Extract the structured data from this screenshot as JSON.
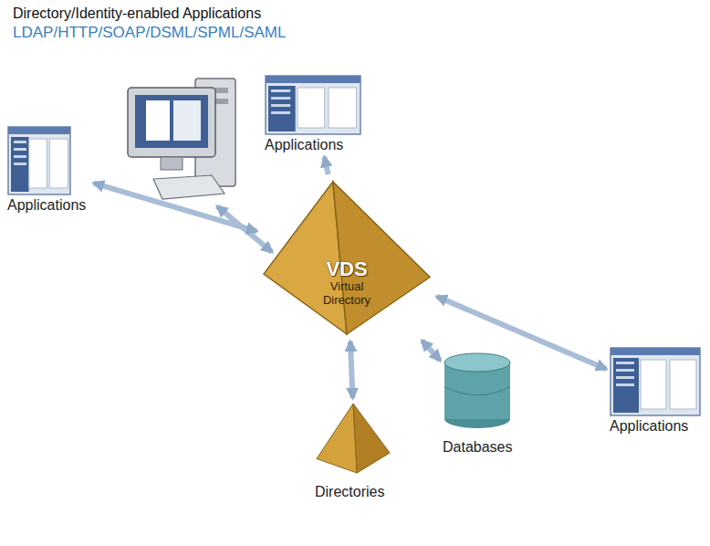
{
  "diagram": {
    "title": "Directory/Identity-enabled Applications",
    "nodes": [
      {
        "text": [
          "Applications"
        ]
      },
      {
        "text": [
          "Applications"
        ]
      },
      {
        "text": [
          "VDS",
          "Virtual Directory"
        ]
      },
      {
        "text": [
          "Directories"
        ]
      },
      {
        "text": [
          "Databases"
        ]
      },
      {
        "text": [
          "Applications"
        ]
      }
    ],
    "edges": [
      {
        "from": 0,
        "to": 2,
        "arrow": "both"
      },
      {
        "from": 2,
        "to": 1,
        "arrow": "to"
      },
      {
        "from": 3,
        "to": 2,
        "arrow": "both"
      },
      {
        "from": 4,
        "to": 2,
        "arrow": "both"
      },
      {
        "from": 5,
        "to": 2,
        "arrow": "both"
      }
    ],
    "labels": [
      "LDAP/HTTP/SOAP/DSML/SPML/SAML"
    ]
  }
}
